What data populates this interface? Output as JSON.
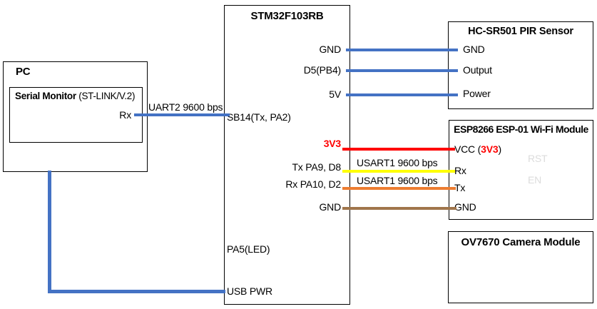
{
  "colors": {
    "wire_blue": "#4472C4",
    "wire_red": "#FF0000",
    "wire_yellow": "#FFFF00",
    "wire_orange": "#ED7D31",
    "wire_brown": "#A0754B",
    "highlight_red_text": "#FF0000",
    "faded_label_gray": "#DCDCDC"
  },
  "pc": {
    "title": "PC",
    "serial_monitor": {
      "title_bold": "Serial Monitor",
      "title_regular": " (ST-LINK/V.2)",
      "rx_pin": "Rx"
    }
  },
  "stm32": {
    "title": "STM32F103RB",
    "right_pins": {
      "gnd_top": "GND",
      "d5": "D5(PB4)",
      "v5": "5V",
      "v3v3": "3V3",
      "tx_pa9": "Tx PA9, D8",
      "rx_pa10": "Rx PA10, D2",
      "gnd_bottom": "GND"
    },
    "left_pins": {
      "sb14": "SB14(Tx, PA2)",
      "pa5": "PA5(LED)",
      "usb_pwr": "USB PWR"
    }
  },
  "pir": {
    "title": "HC-SR501 PIR Sensor",
    "pins": {
      "gnd": "GND",
      "output": "Output",
      "power": "Power"
    }
  },
  "esp": {
    "title": "ESP8266 ESP-01 Wi-Fi Module",
    "pins": {
      "vcc_prefix": "VCC (",
      "vcc_value": "3V3",
      "vcc_suffix": ")",
      "rx": "Rx",
      "tx": "Tx",
      "gnd": "GND"
    },
    "faded_pins": {
      "rst": "RST",
      "en": "EN"
    }
  },
  "camera": {
    "title": "OV7670 Camera Module"
  },
  "wire_labels": {
    "uart2": "UART2 9600 bps",
    "usart1_a": "USART1 9600 bps",
    "usart1_b": "USART1 9600 bps"
  }
}
